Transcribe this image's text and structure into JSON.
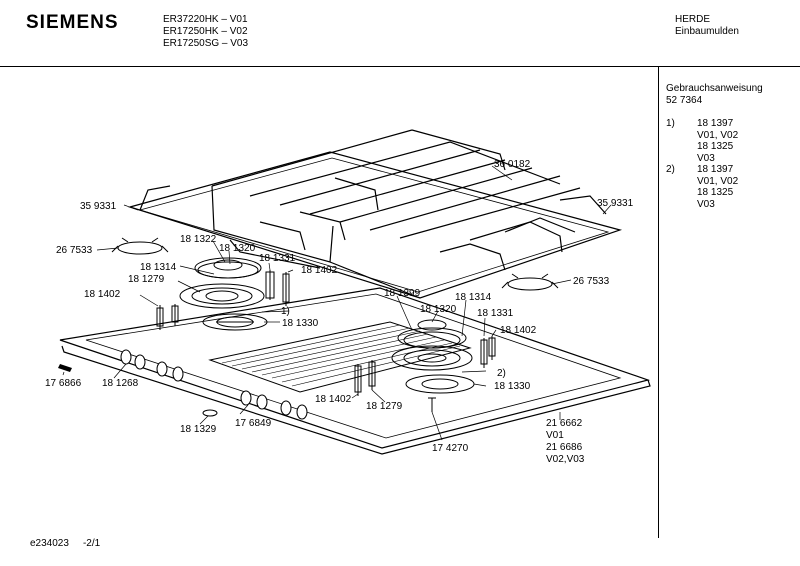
{
  "header": {
    "brand": "SIEMENS",
    "models": [
      "ER37220HK – V01",
      "ER17250HK – V02",
      "ER17250SG – V03"
    ],
    "category": "HERDE",
    "subcategory": "Einbaumulden"
  },
  "sidebar": {
    "manual_title": "Gebrauchsanweisung",
    "manual_number": "52 7364",
    "references": [
      {
        "num": "1)",
        "lines": [
          "18 1397",
          "V01, V02",
          "18 1325",
          "V03"
        ]
      },
      {
        "num": "2)",
        "lines": [
          "18 1397",
          "V01, V02",
          "18 1325",
          "V03"
        ]
      }
    ]
  },
  "footer": {
    "doc_id": "e234023",
    "page": "-2/1"
  },
  "labels": {
    "grate_center": "36 0182",
    "grate_left": "35 9331",
    "grate_right": "35 9331",
    "clip_left": "26 7533",
    "clip_right": "26 7533",
    "l_cap": "18 1322",
    "l_crown": "18 1320",
    "l_1314": "18 1314",
    "l_1331": "18 1331",
    "l_1402_top": "18 1402",
    "l_1279": "18 1279",
    "l_1402_left": "18 1402",
    "l_ref1": "1)",
    "l_1330": "18 1330",
    "r_1399": "18 1399",
    "r_1320": "18 1320",
    "r_1314": "18 1314",
    "r_1331": "18 1331",
    "r_1402": "18 1402",
    "r_ref2": "2)",
    "r_1330": "18 1330",
    "b_1402": "18 1402",
    "b_1279": "18 1279",
    "knob_part": "18 1268",
    "bracket_part": "17 6866",
    "grommet_part": "18 1329",
    "knob_part_b": "17 6849",
    "screw_part": "17 4270",
    "cooktop_1": "21 6662",
    "cooktop_1_var": "V01",
    "cooktop_2": "21 6686",
    "cooktop_2_var": "V02,V03"
  }
}
